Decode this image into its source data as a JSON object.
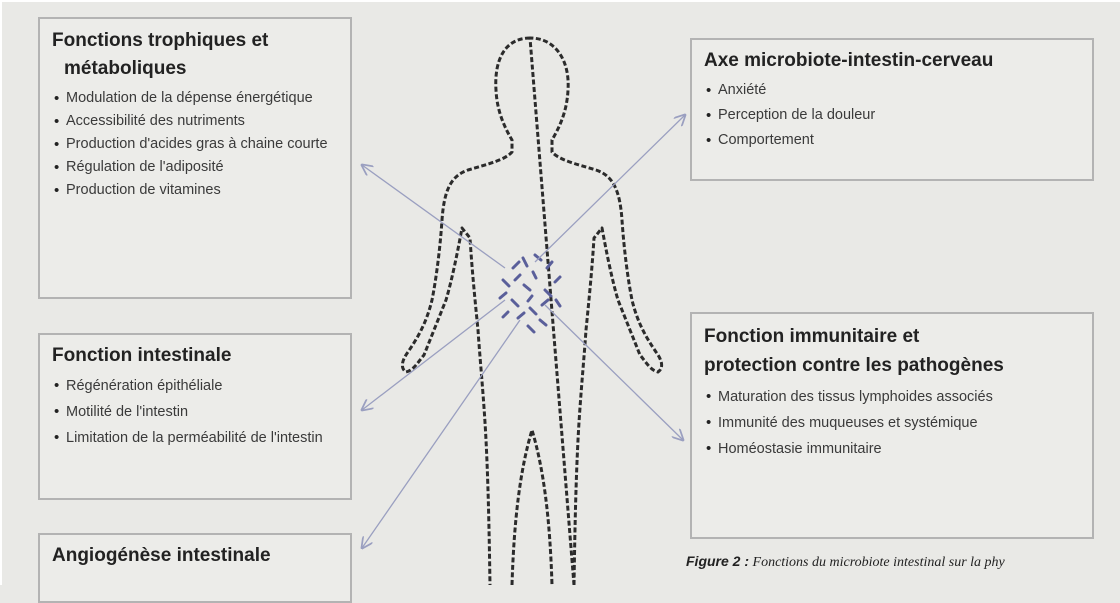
{
  "boxes": {
    "trophic": {
      "title_line1": "Fonctions trophiques et",
      "title_line2": "métaboliques",
      "items": [
        "Modulation de la dépense énergétique",
        "Accessibilité des nutriments",
        "Production d'acides gras à chaine courte",
        "Régulation de l'adiposité",
        "Production de vitamines"
      ]
    },
    "intestinal": {
      "title": "Fonction intestinale",
      "items": [
        "Régénération épithéliale",
        "Motilité de l'intestin",
        "Limitation de la perméabilité de l'intestin"
      ]
    },
    "angio": {
      "title": "Angiogénèse intestinale"
    },
    "axis": {
      "title": "Axe microbiote-intestin-cerveau",
      "items": [
        "Anxiété",
        "Perception de la douleur",
        "Comportement"
      ]
    },
    "immune": {
      "title_line1": "Fonction immunitaire et",
      "title_line2": "protection contre les pathogènes",
      "items": [
        "Maturation des tissus lymphoides associés",
        "Immunité des muqueuses et systémique",
        "Homéostasie immunitaire"
      ]
    }
  },
  "caption": {
    "label": "Figure 2 :",
    "text": "Fonctions du microbiote intestinal sur la phy"
  },
  "colors": {
    "arrow": "#9a9fc0",
    "bacteria": "#5a5f9a",
    "outline": "#2b2b2b"
  }
}
